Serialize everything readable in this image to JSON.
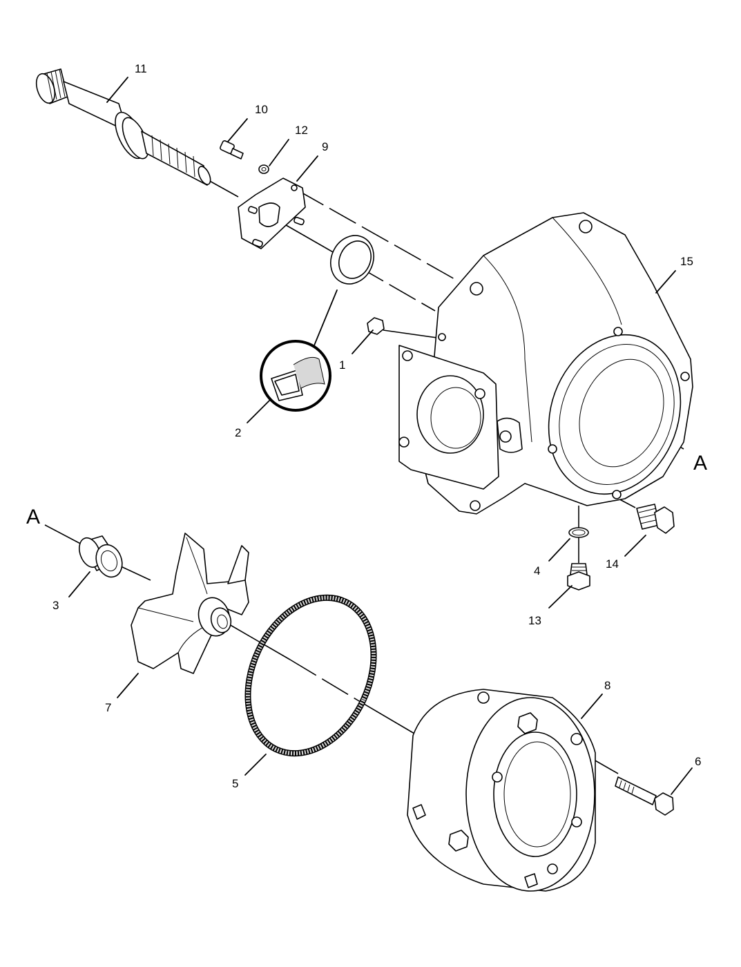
{
  "callouts": {
    "c1": "1",
    "c2": "2",
    "c3": "3",
    "c4": "4",
    "c5": "5",
    "c6": "6",
    "c7": "7",
    "c8": "8",
    "c9": "9",
    "c10": "10",
    "c11": "11",
    "c12": "12",
    "c13": "13",
    "c14": "14",
    "c15": "15"
  },
  "section_marks": {
    "a_right": "A",
    "a_left": "A"
  },
  "colors": {
    "ink": "#000000",
    "paper": "#ffffff"
  }
}
